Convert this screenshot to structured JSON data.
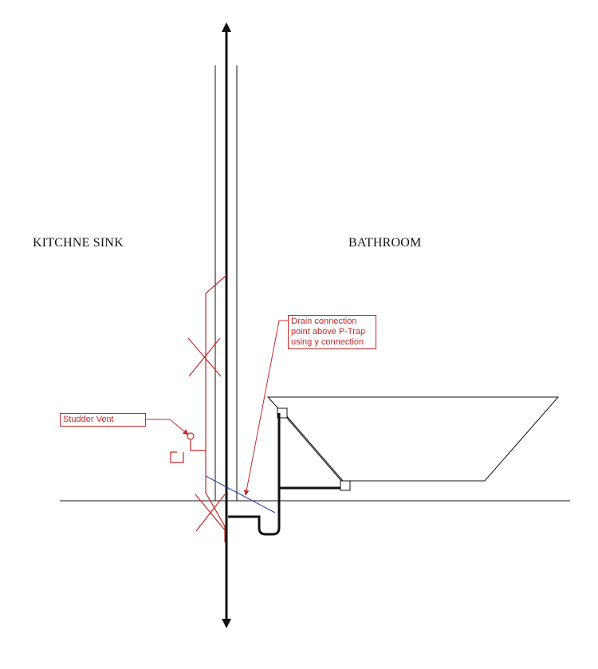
{
  "labels": {
    "kitchen": "KITCHNE SINK",
    "bathroom": "BATHROOM"
  },
  "notes": {
    "drain": [
      "Drain connection",
      "point above P-Trap",
      "using y connection"
    ],
    "vent": "Studder Vent"
  },
  "colors": {
    "structure": "#111111",
    "annotation": "#c62828",
    "proposed_line": "#1e3fa8",
    "background": "#ffffff"
  },
  "icons": {
    "vent": "studor-vent-icon",
    "crossed_out": "x-mark-icon",
    "p_trap": "p-trap-icon",
    "vertical_arrow": "double-arrow-icon"
  }
}
